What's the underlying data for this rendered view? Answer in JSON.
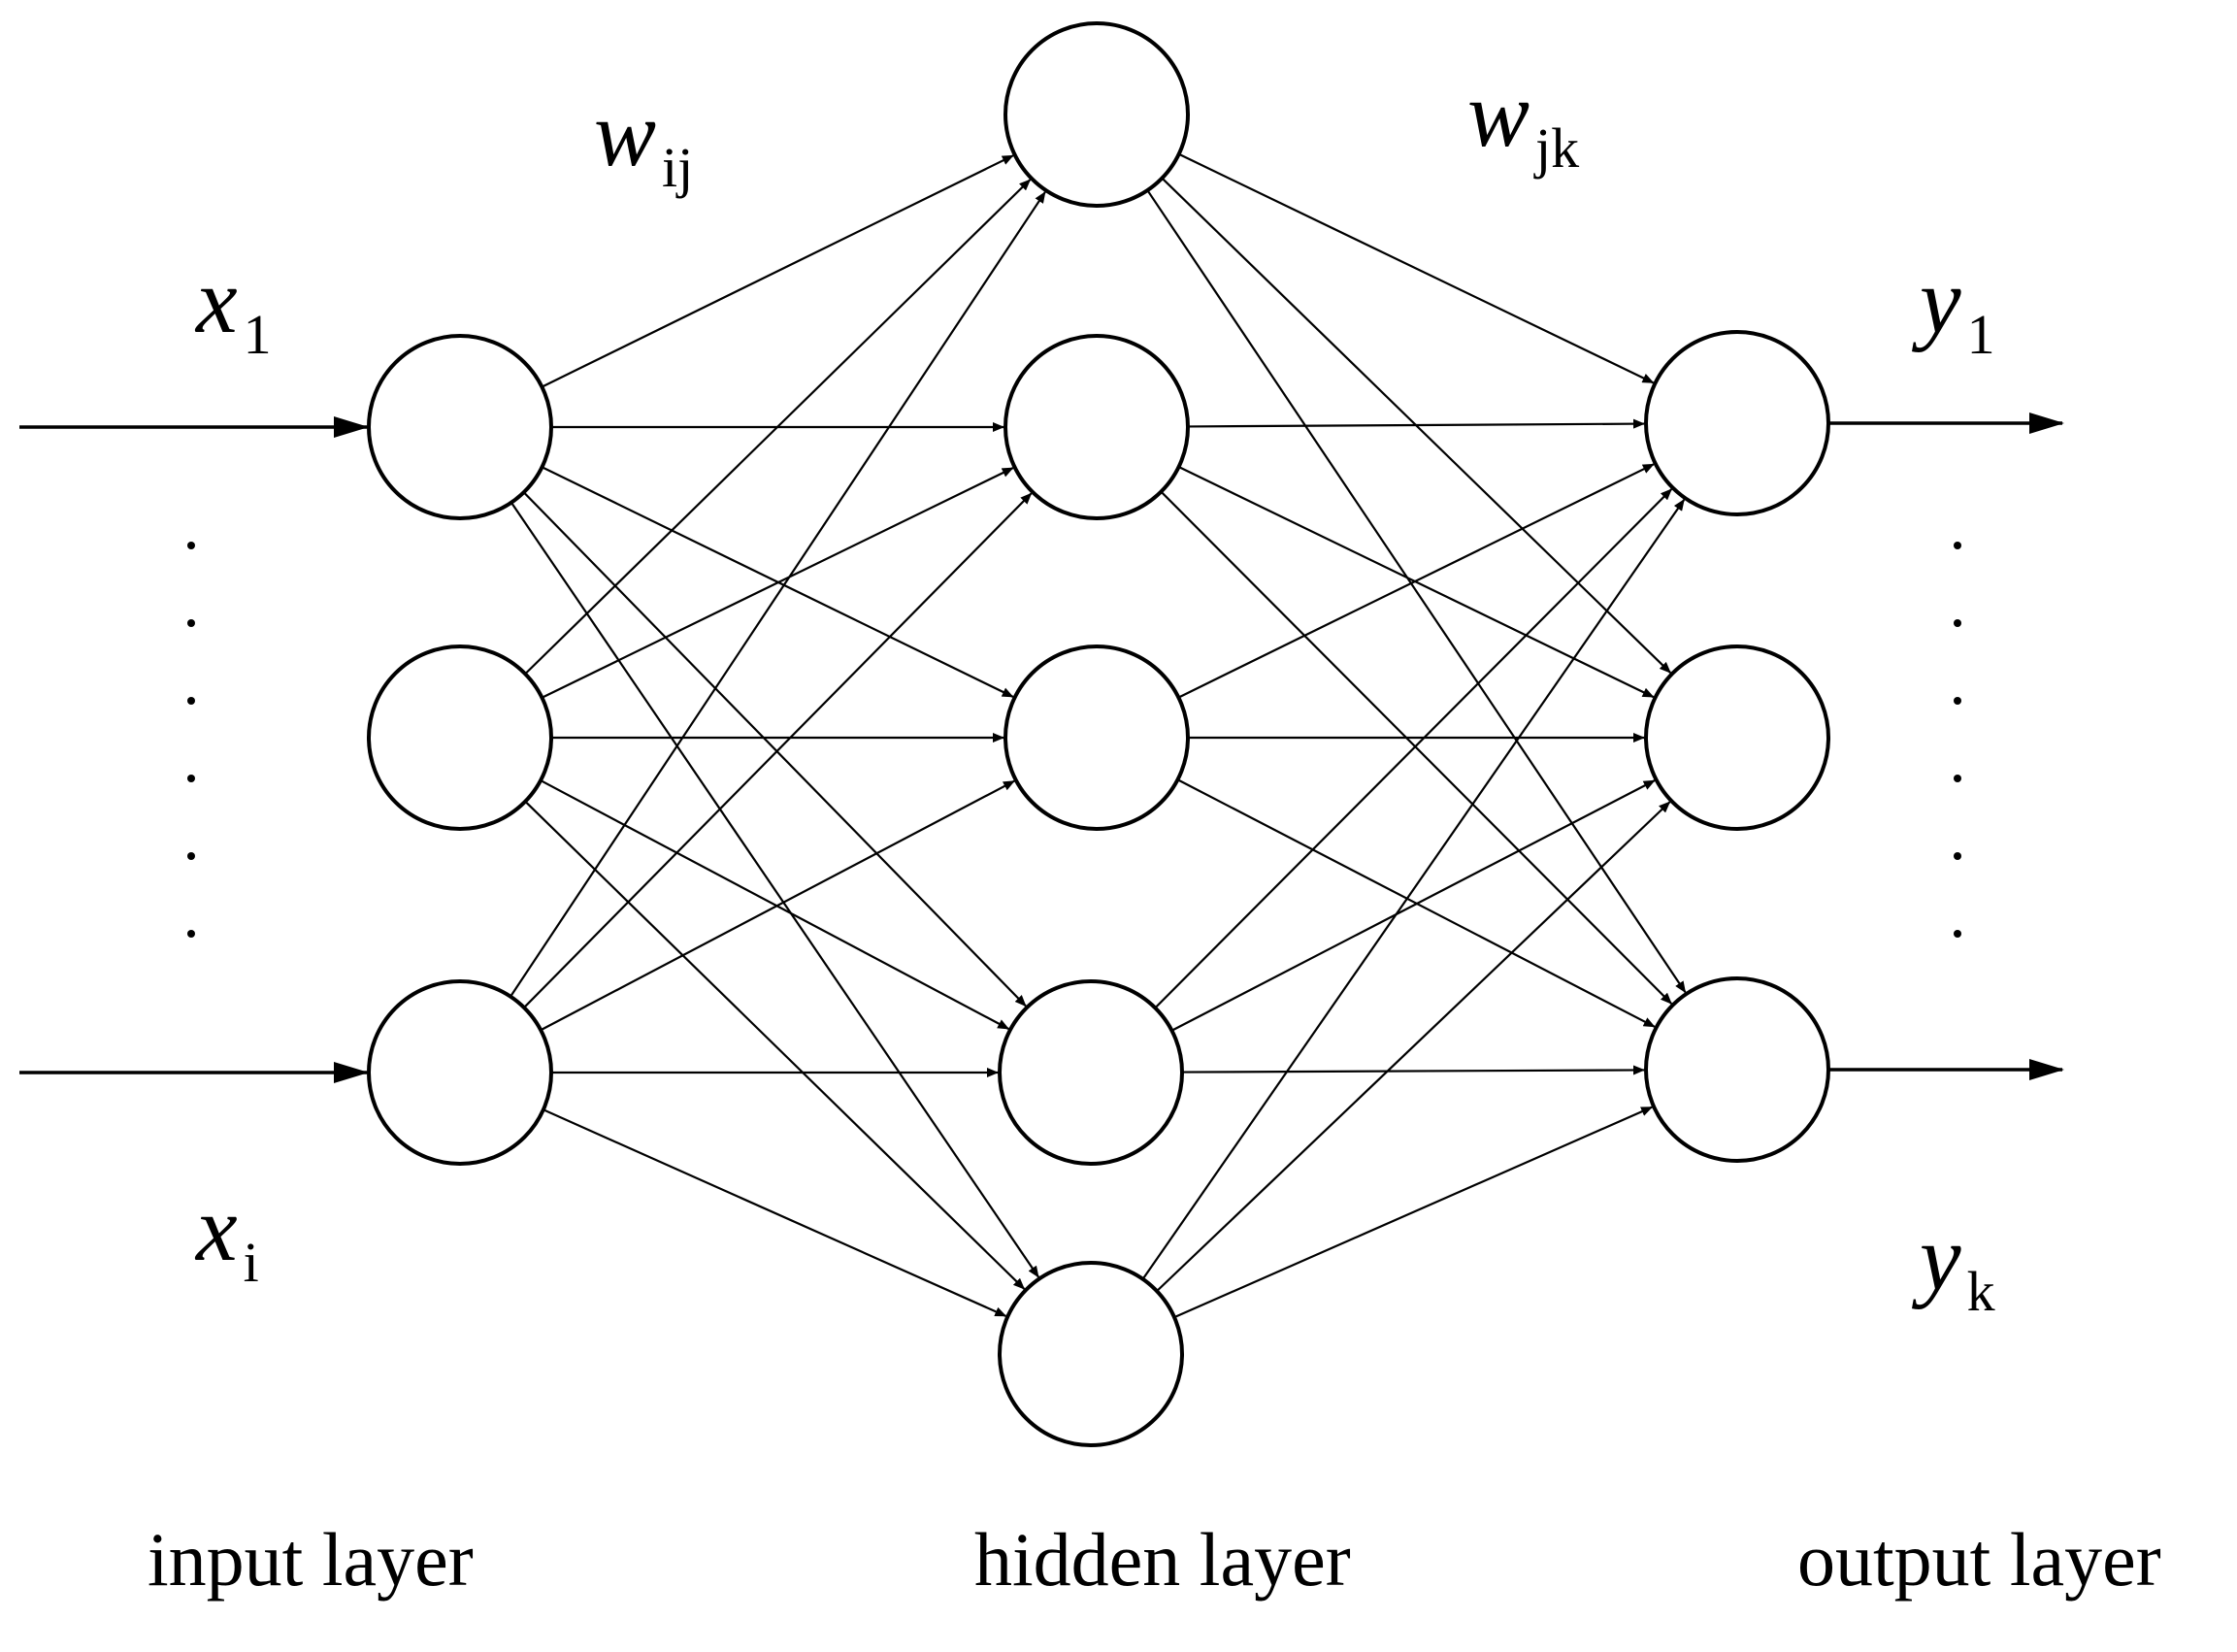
{
  "weights": {
    "input_hidden": {
      "symbol": "w",
      "subscript": "ij"
    },
    "hidden_output": {
      "symbol": "w",
      "subscript": "jk"
    }
  },
  "inputs": {
    "first": {
      "symbol": "x",
      "subscript": "1"
    },
    "last": {
      "symbol": "x",
      "subscript": "i"
    }
  },
  "outputs": {
    "first": {
      "symbol": "y",
      "subscript": "1"
    },
    "last": {
      "symbol": "y",
      "subscript": "k"
    }
  },
  "layers": {
    "input": "input layer",
    "hidden": "hidden layer",
    "output": "output layer"
  },
  "network": {
    "input_nodes": 3,
    "hidden_nodes": 5,
    "output_nodes": 3
  }
}
